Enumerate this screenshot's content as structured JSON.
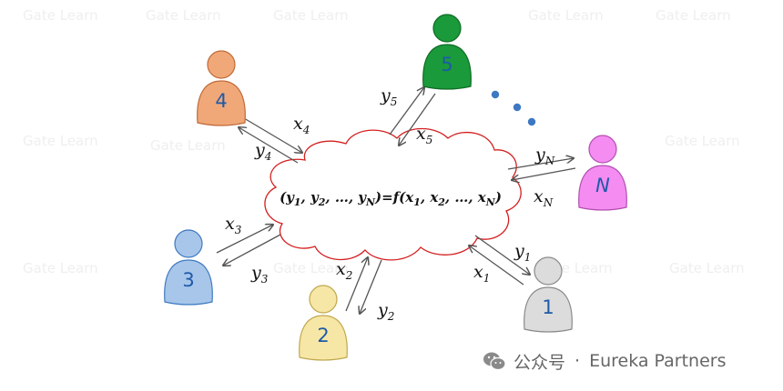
{
  "watermark": "Gate Learn",
  "cloud_formula": {
    "parts": [
      {
        "t": "(y",
        "b": false
      },
      {
        "t": "1",
        "b": true
      },
      {
        "t": ", y",
        "b": false
      },
      {
        "t": "2",
        "b": true
      },
      {
        "t": ", …, y",
        "b": false
      },
      {
        "t": "N",
        "b": true
      },
      {
        "t": ")=",
        "b": false
      },
      {
        "t": "f",
        "b": false
      },
      {
        "t": "(x",
        "b": false
      },
      {
        "t": "1",
        "b": true
      },
      {
        "t": ", x",
        "b": false
      },
      {
        "t": "2",
        "b": true
      },
      {
        "t": ", …, x",
        "b": false
      },
      {
        "t": "N",
        "b": true
      },
      {
        "t": ")",
        "b": false
      }
    ]
  },
  "participants": [
    {
      "id": "4",
      "label": "4",
      "fill": "#f0a878",
      "stroke": "#c06a38",
      "text_color": "#1e5aa8",
      "italic": false
    },
    {
      "id": "5",
      "label": "5",
      "fill": "#1a9a3a",
      "stroke": "#0f6b25",
      "text_color": "#1e5aa8",
      "italic": false
    },
    {
      "id": "N",
      "label": "N",
      "fill": "#f48cf2",
      "stroke": "#b24fb0",
      "text_color": "#1e5aa8",
      "italic": true
    },
    {
      "id": "3",
      "label": "3",
      "fill": "#a7c6ea",
      "stroke": "#3f7ac0",
      "text_color": "#1e5aa8",
      "italic": false
    },
    {
      "id": "2",
      "label": "2",
      "fill": "#f6e7a6",
      "stroke": "#c0a84e",
      "text_color": "#1e5aa8",
      "italic": false
    },
    {
      "id": "1",
      "label": "1",
      "fill": "#dcdcdc",
      "stroke": "#8a8a8a",
      "text_color": "#1e5aa8",
      "italic": false
    }
  ],
  "labels": [
    {
      "id": "x4",
      "var": "x",
      "sub": "4"
    },
    {
      "id": "y4",
      "var": "y",
      "sub": "4"
    },
    {
      "id": "y5",
      "var": "y",
      "sub": "5"
    },
    {
      "id": "x5",
      "var": "x",
      "sub": "5"
    },
    {
      "id": "yN",
      "var": "y",
      "sub": "N"
    },
    {
      "id": "xN",
      "var": "x",
      "sub": "N"
    },
    {
      "id": "x3",
      "var": "x",
      "sub": "3"
    },
    {
      "id": "y3",
      "var": "y",
      "sub": "3"
    },
    {
      "id": "x2",
      "var": "x",
      "sub": "2"
    },
    {
      "id": "y2",
      "var": "y",
      "sub": "2"
    },
    {
      "id": "y1",
      "var": "y",
      "sub": "1"
    },
    {
      "id": "x1",
      "var": "x",
      "sub": "1"
    }
  ],
  "colors": {
    "cloud_stroke": "#d42020",
    "arrow_stroke": "#555555",
    "ellipsis_dots": "#3d78c2"
  },
  "footer": {
    "icon": "wechat-icon",
    "channel": "公众号",
    "separator": "·",
    "account": "Eureka Partners"
  }
}
